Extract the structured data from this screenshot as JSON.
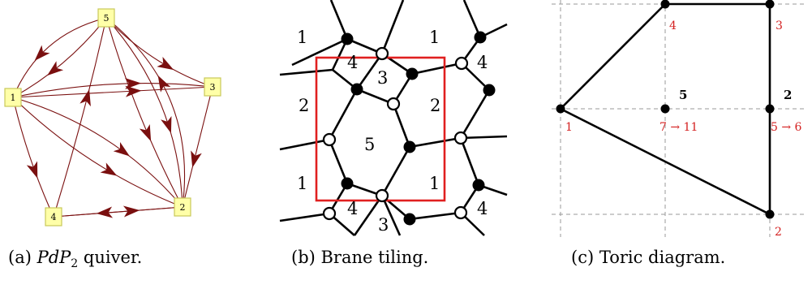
{
  "colors": {
    "arrow": "#7a0f0f",
    "node_fill": "#ffffa8",
    "node_stroke": "#c8c85a",
    "fundamental_domain": "#e02020",
    "toric_label": "#d42020"
  },
  "quiver": {
    "nodes": [
      {
        "id": "1",
        "label": "1"
      },
      {
        "id": "2",
        "label": "2"
      },
      {
        "id": "3",
        "label": "3"
      },
      {
        "id": "4",
        "label": "4"
      },
      {
        "id": "5",
        "label": "5"
      }
    ],
    "edges": [
      {
        "from": "5",
        "to": "1"
      },
      {
        "from": "5",
        "to": "1"
      },
      {
        "from": "5",
        "to": "3"
      },
      {
        "from": "5",
        "to": "2"
      },
      {
        "from": "5",
        "to": "2"
      },
      {
        "from": "3",
        "to": "2"
      },
      {
        "from": "1",
        "to": "3"
      },
      {
        "from": "1",
        "to": "3"
      },
      {
        "from": "1",
        "to": "4"
      },
      {
        "from": "1",
        "to": "2"
      },
      {
        "from": "1",
        "to": "2"
      },
      {
        "from": "4",
        "to": "5"
      },
      {
        "from": "4",
        "to": "2"
      },
      {
        "from": "2",
        "to": "4"
      },
      {
        "from": "2",
        "to": "5"
      }
    ]
  },
  "tiling": {
    "face_labels": [
      "1",
      "1",
      "4",
      "4",
      "3",
      "2",
      "2",
      "5",
      "1",
      "1",
      "4",
      "4",
      "3"
    ]
  },
  "toric": {
    "point_labels": [
      {
        "text": "4",
        "color": "red"
      },
      {
        "text": "3",
        "color": "red"
      },
      {
        "text": "1",
        "color": "red"
      },
      {
        "text": "7 → 11",
        "color": "red"
      },
      {
        "text": "5 → 6",
        "color": "red"
      },
      {
        "text": "2",
        "color": "red"
      },
      {
        "text": "5",
        "color": "black"
      },
      {
        "text": "2",
        "color": "black"
      }
    ]
  },
  "captions": {
    "a_prefix": "(a) ",
    "a_math": "PdP",
    "a_sub": "2",
    "a_suffix": " quiver.",
    "b": "(b) Brane tiling.",
    "c": "(c) Toric diagram."
  }
}
